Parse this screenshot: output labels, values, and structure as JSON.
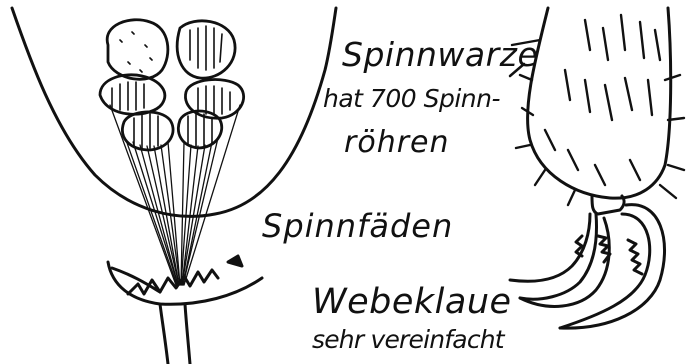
{
  "labels": {
    "spinnwarze": "Spinnwarze",
    "hat_spinn": "hat 700 Spinn-",
    "roehren": "röhren",
    "spinnfaeden": "Spinnfäden",
    "webeklaue": "Webeklaue",
    "sehr_vereinfacht": "sehr vereinfacht"
  },
  "colors": {
    "ink": "#111111",
    "paper": "#ffffff"
  }
}
